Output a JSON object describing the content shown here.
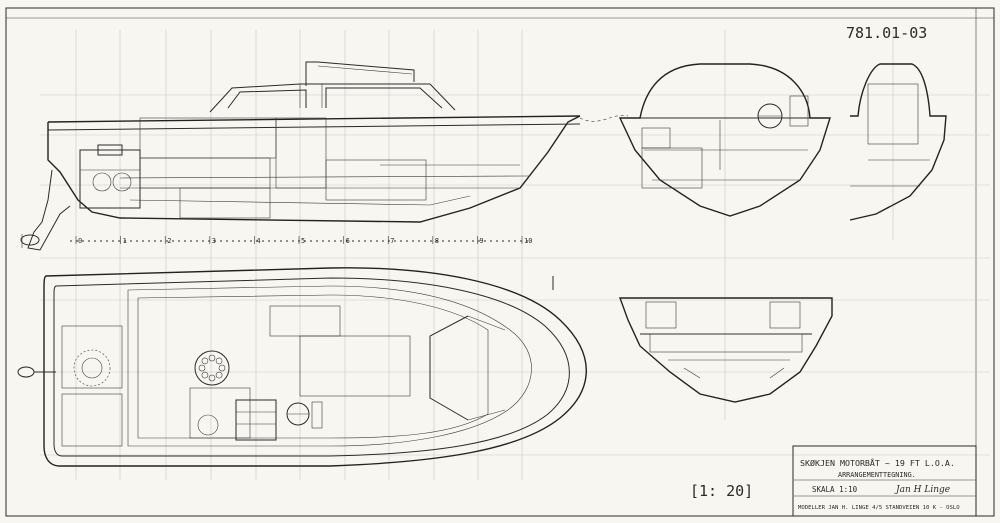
{
  "drawing": {
    "stamp_number": "781.01-03",
    "station_numbers": [
      "0",
      "1",
      "2",
      "3",
      "4",
      "5",
      "6",
      "7",
      "8",
      "9",
      "10"
    ],
    "scale_box": "[1: 20]",
    "title_block": {
      "title_line": "SKØKJEN MOTORBÅT ~ 19 FT L.O.A.",
      "subtitle": "ARRANGEMENTTEGNING.",
      "scale": "SKALA 1:10",
      "signature": "Jan H Linge",
      "designer_line": "MODELLER JAN H. LINGE 4/5   STANDVEIEN 10 K - OSLO"
    }
  },
  "colors": {
    "ink": "#2b2b2b",
    "paper": "#f7f6f1",
    "grid": "#c9c9c6"
  }
}
